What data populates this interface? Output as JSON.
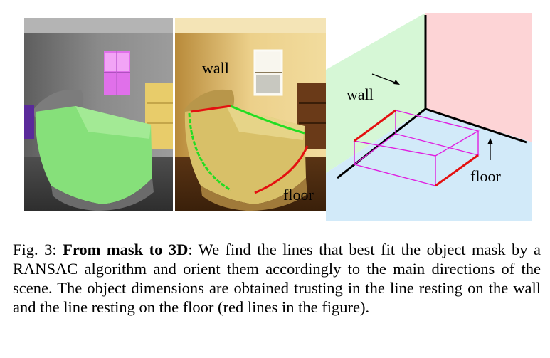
{
  "figure": {
    "labels": {
      "wall_middle": "wall",
      "floor_middle": "floor",
      "wall_right": "wall",
      "floor_right": "floor"
    },
    "colors": {
      "mask_green": "#86e07a",
      "window_magenta": "#e070ea",
      "dresser_yellow": "#e8cc6a",
      "fit_line_red": "#e41010",
      "fit_line_green": "#22dd22",
      "wall_plane": "#d6f7d6",
      "side_wall_plane": "#fdd4d6",
      "floor_plane": "#d2eaf9",
      "box_magenta": "#e020e0"
    }
  },
  "caption": {
    "prefix": "Fig. 3: ",
    "title": "From mask to 3D",
    "body": ": We find the lines that best fit the object mask by a RANSAC algorithm and orient them accordingly to the main directions of the scene. The object dimensions are obtained trusting in the line resting on the wall and the line resting on the floor (red lines in the figure)."
  }
}
